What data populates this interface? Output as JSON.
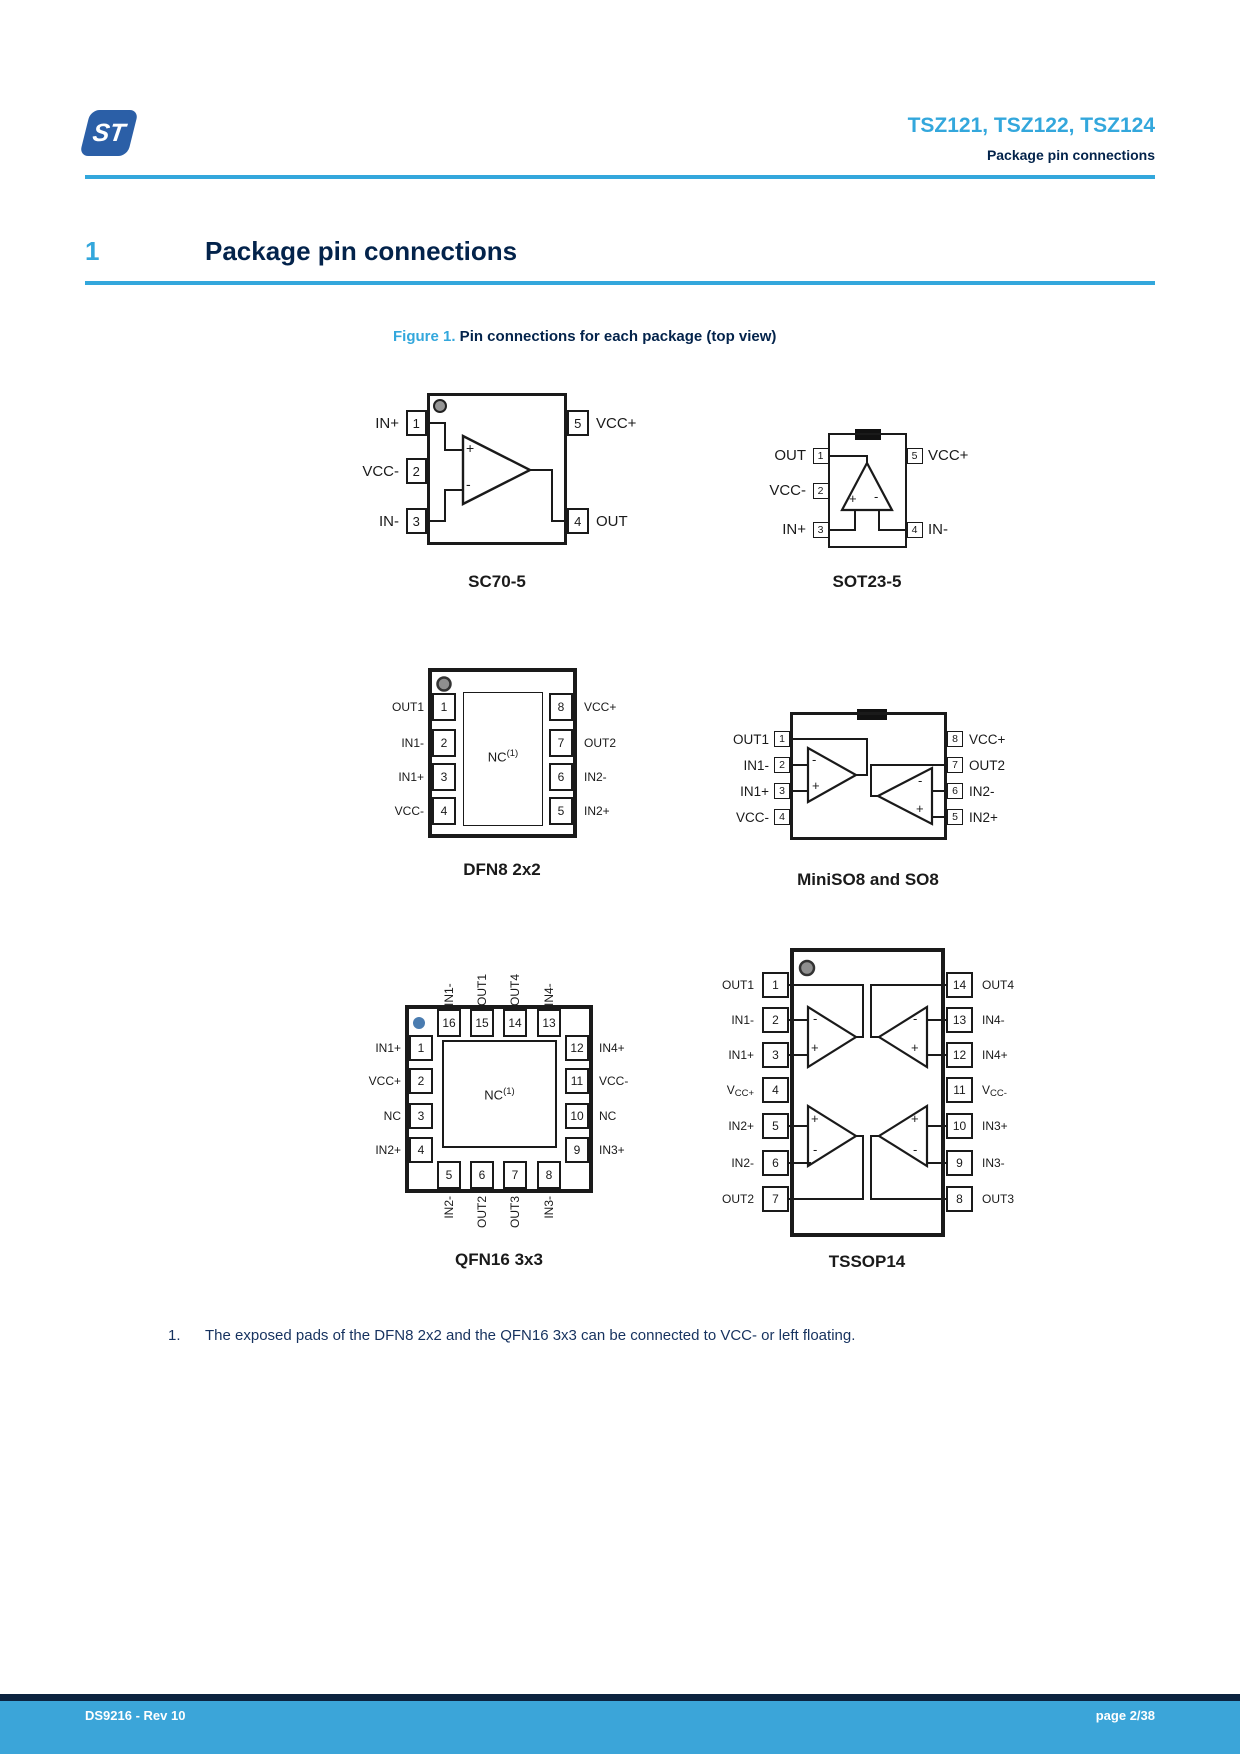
{
  "colors": {
    "accent": "#33A7DC",
    "navy": "#03234B",
    "footer_bar": "#3BA5D9",
    "footer_stripe": "#0C2340",
    "qfn_pin1_dot": "#4A7CB0"
  },
  "glyphs": {
    "plus": "+",
    "minus": "-"
  },
  "header": {
    "logo_text": "ST",
    "doc_title": "TSZ121, TSZ122, TSZ124",
    "doc_subtitle": "Package pin connections"
  },
  "section": {
    "number": "1",
    "title": "Package pin connections"
  },
  "figure": {
    "label": "Figure 1.",
    "caption": " Pin connections for each package (top view)"
  },
  "packages": {
    "sc70": {
      "name": "SC70-5",
      "pins_left": [
        {
          "num": "1",
          "label": "IN+"
        },
        {
          "num": "2",
          "label": "VCC-"
        },
        {
          "num": "3",
          "label": "IN-"
        }
      ],
      "pins_right": [
        {
          "num": "5",
          "label": "VCC+"
        },
        {
          "num": "4",
          "label": "OUT"
        }
      ]
    },
    "sot23": {
      "name": "SOT23-5",
      "pins_left": [
        {
          "num": "1",
          "label": "OUT"
        },
        {
          "num": "2",
          "label": "VCC-"
        },
        {
          "num": "3",
          "label": "IN+"
        }
      ],
      "pins_right": [
        {
          "num": "5",
          "label": "VCC+"
        },
        {
          "num": "4",
          "label": "IN-"
        }
      ]
    },
    "dfn8": {
      "name": "DFN8 2x2",
      "center": "NC",
      "center_sup": "(1)",
      "pins_left": [
        {
          "num": "1",
          "label": "OUT1"
        },
        {
          "num": "2",
          "label": "IN1-"
        },
        {
          "num": "3",
          "label": "IN1+"
        },
        {
          "num": "4",
          "label": "VCC-"
        }
      ],
      "pins_right": [
        {
          "num": "8",
          "label": "VCC+"
        },
        {
          "num": "7",
          "label": "OUT2"
        },
        {
          "num": "6",
          "label": "IN2-"
        },
        {
          "num": "5",
          "label": "IN2+"
        }
      ]
    },
    "miniso8": {
      "name": "MiniSO8 and SO8",
      "pins_left": [
        {
          "num": "1",
          "label": "OUT1"
        },
        {
          "num": "2",
          "label": "IN1-"
        },
        {
          "num": "3",
          "label": "IN1+"
        },
        {
          "num": "4",
          "label": "VCC-"
        }
      ],
      "pins_right": [
        {
          "num": "8",
          "label": "VCC+"
        },
        {
          "num": "7",
          "label": "OUT2"
        },
        {
          "num": "6",
          "label": "IN2-"
        },
        {
          "num": "5",
          "label": "IN2+"
        }
      ]
    },
    "qfn16": {
      "name": "QFN16 3x3",
      "center": "NC",
      "center_sup": "(1)",
      "pins_top": [
        {
          "num": "16",
          "label": "IN1-"
        },
        {
          "num": "15",
          "label": "OUT1"
        },
        {
          "num": "14",
          "label": "OUT4"
        },
        {
          "num": "13",
          "label": "IN4-"
        }
      ],
      "pins_left": [
        {
          "num": "1",
          "label": "IN1+"
        },
        {
          "num": "2",
          "label": "VCC+"
        },
        {
          "num": "3",
          "label": "NC"
        },
        {
          "num": "4",
          "label": "IN2+"
        }
      ],
      "pins_right": [
        {
          "num": "12",
          "label": "IN4+"
        },
        {
          "num": "11",
          "label": "VCC-"
        },
        {
          "num": "10",
          "label": "NC"
        },
        {
          "num": "9",
          "label": "IN3+"
        }
      ],
      "pins_bottom": [
        {
          "num": "5",
          "label": "IN2-"
        },
        {
          "num": "6",
          "label": "OUT2"
        },
        {
          "num": "7",
          "label": "OUT3"
        },
        {
          "num": "8",
          "label": "IN3-"
        }
      ]
    },
    "tssop14": {
      "name": "TSSOP14",
      "pins_left": [
        {
          "num": "1",
          "label": "OUT1"
        },
        {
          "num": "2",
          "label": "IN1-"
        },
        {
          "num": "3",
          "label": "IN1+"
        },
        {
          "num": "4",
          "label": "VCC+",
          "main": "V",
          "sub": "CC+"
        },
        {
          "num": "5",
          "label": "IN2+"
        },
        {
          "num": "6",
          "label": "IN2-"
        },
        {
          "num": "7",
          "label": "OUT2"
        }
      ],
      "pins_right": [
        {
          "num": "14",
          "label": "OUT4"
        },
        {
          "num": "13",
          "label": "IN4-"
        },
        {
          "num": "12",
          "label": "IN4+"
        },
        {
          "num": "11",
          "label": "VCC-",
          "main": "V",
          "sub": "CC-"
        },
        {
          "num": "10",
          "label": "IN3+"
        },
        {
          "num": "9",
          "label": "IN3-"
        },
        {
          "num": "8",
          "label": "OUT3"
        }
      ]
    }
  },
  "footnote": {
    "number": "1.",
    "text": "The exposed pads of the DFN8 2x2 and the QFN16 3x3 can be connected to VCC- or left floating."
  },
  "footer": {
    "left": "DS9216 - Rev 10",
    "right": "page 2/38"
  }
}
